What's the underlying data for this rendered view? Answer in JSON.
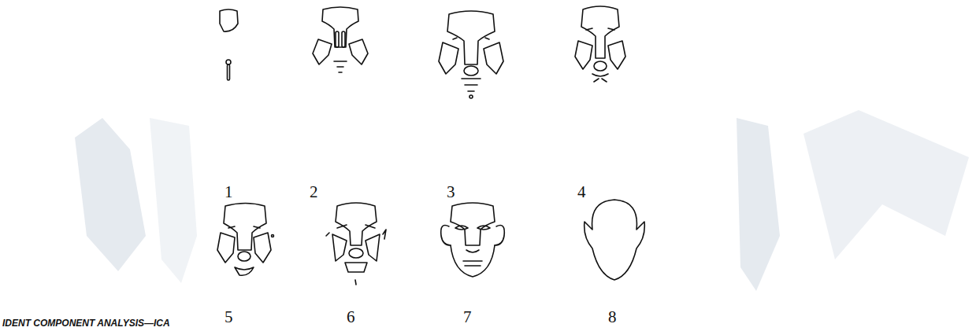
{
  "diagram": {
    "labels": [
      "1",
      "2",
      "3",
      "4",
      "5",
      "6",
      "7",
      "8",
      "IDENT COMPONENT ANALYSIS—ICA"
    ]
  }
}
